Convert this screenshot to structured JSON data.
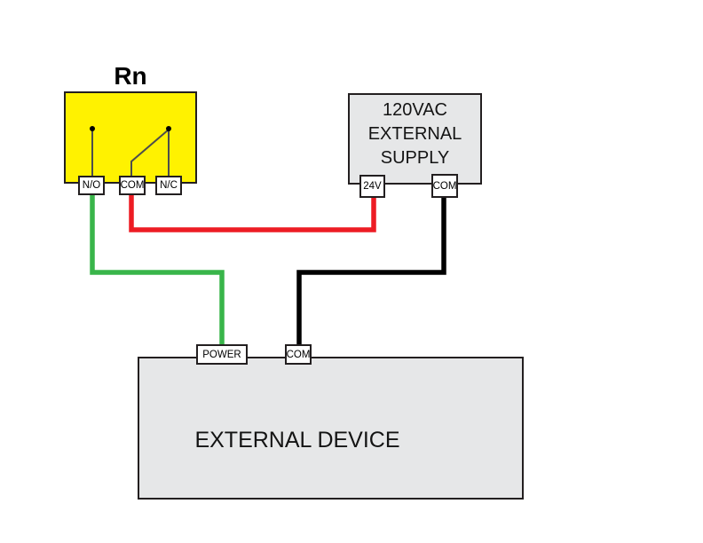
{
  "colors": {
    "relay_fill": "#FFF200",
    "box_fill": "#E6E7E8",
    "outline": "#231F20",
    "contact_line": "#4D4D4D",
    "contact_dot": "#000000",
    "wire_green": "#39B54A",
    "wire_red": "#ED1C24",
    "wire_black": "#000000"
  },
  "relay": {
    "label": "Rn",
    "terminals": {
      "no": "N/O",
      "com": "COM",
      "nc": "N/C"
    }
  },
  "supply": {
    "lines": [
      "120VAC",
      "EXTERNAL",
      "SUPPLY"
    ],
    "terminals": {
      "v24": "24V",
      "com": "COM"
    }
  },
  "device": {
    "label": "EXTERNAL DEVICE",
    "terminals": {
      "power": "POWER",
      "com": "COM"
    }
  },
  "wires": [
    {
      "id": "green",
      "color": "#39B54A",
      "from": "relay N/O",
      "to": "device POWER"
    },
    {
      "id": "red",
      "color": "#ED1C24",
      "from": "relay COM",
      "to": "supply 24V"
    },
    {
      "id": "black",
      "color": "#000000",
      "from": "supply COM",
      "to": "device COM"
    }
  ]
}
